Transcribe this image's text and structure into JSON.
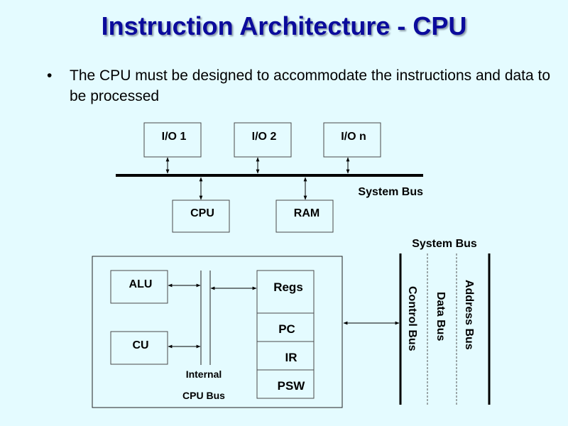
{
  "slide": {
    "title": "Instruction Architecture - CPU",
    "bullets": [
      {
        "marker": "•",
        "text": "The CPU must be designed to accommodate the instructions and data to be processed"
      }
    ]
  },
  "system_diagram": {
    "io_devices": [
      "I/O 1",
      "I/O 2",
      "I/O n"
    ],
    "bus_label": "System Bus",
    "components": [
      "CPU",
      "RAM"
    ]
  },
  "cpu_diagram": {
    "units": [
      "ALU",
      "CU"
    ],
    "internal_bus_label_line1": "Internal",
    "internal_bus_label_line2": "CPU Bus",
    "registers": [
      "Regs",
      "PC",
      "IR",
      "PSW"
    ],
    "system_bus_label": "System Bus",
    "buses": [
      "Control Bus",
      "Data Bus",
      "Address Bus"
    ]
  },
  "colors": {
    "background": "#e4fbff",
    "title": "#0b0b9c",
    "line": "#000000",
    "box_border": "#4a4a4a"
  }
}
